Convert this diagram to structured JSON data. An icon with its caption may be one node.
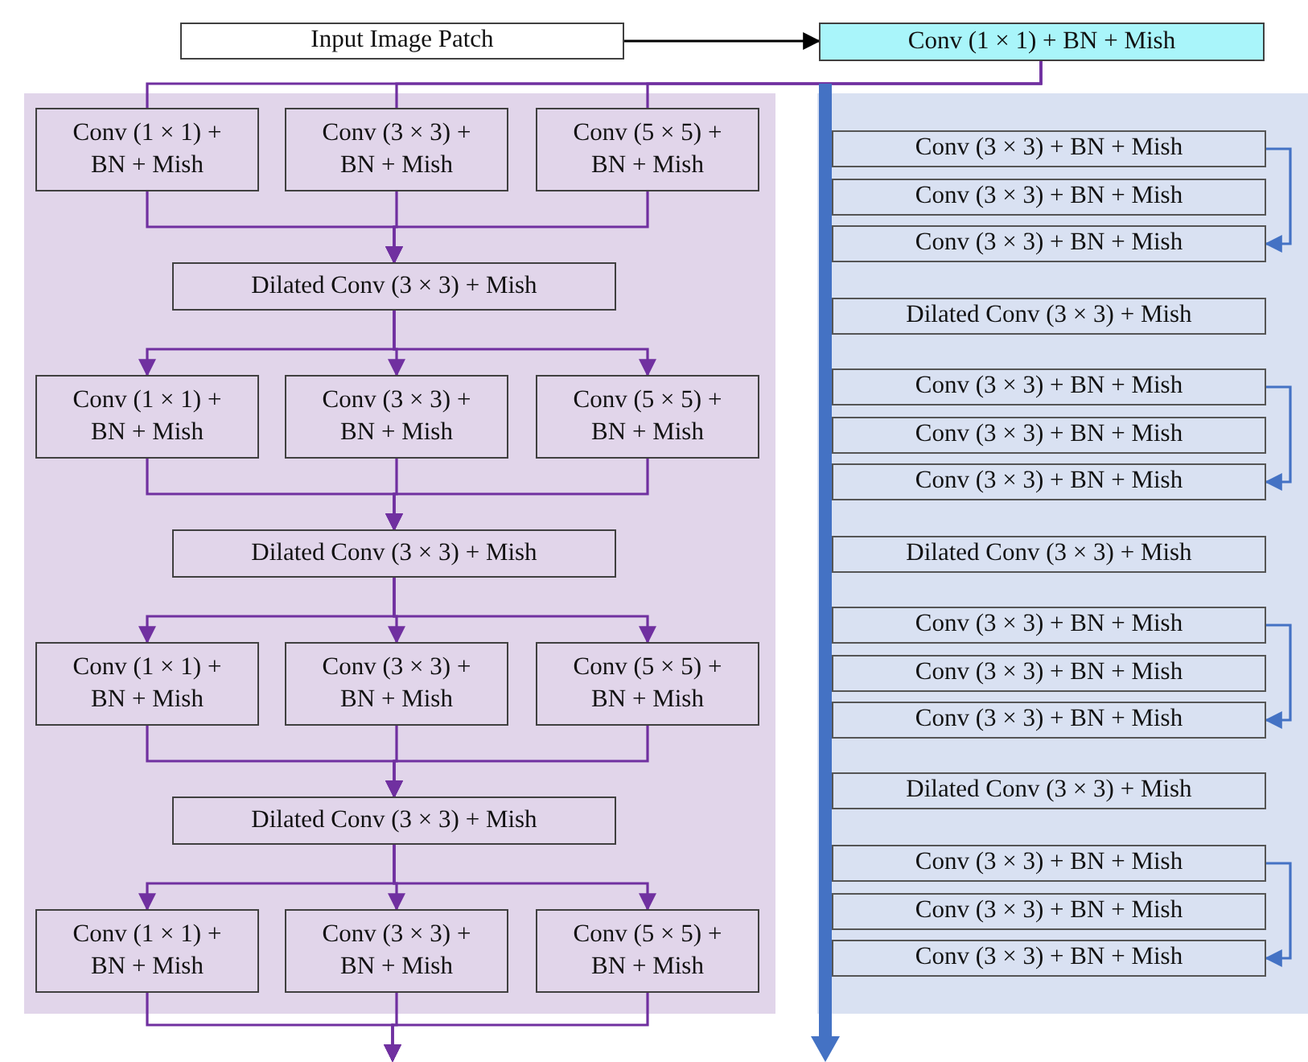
{
  "diagram": {
    "nodes": [
      {
        "text": [
          "Input Image Patch"
        ]
      },
      {
        "text": [
          "Conv (1 × 1) + BN + Mish"
        ]
      },
      {
        "text": [],
        "shape": "box"
      },
      {
        "text": [
          "Conv (1 × 1) + BN + Mish"
        ],
        "in": 2
      },
      {
        "text": [
          "Conv (3 × 3) + BN + Mish"
        ],
        "in": 2
      },
      {
        "text": [
          "Conv (5 × 5) + BN + Mish"
        ],
        "in": 2
      },
      {
        "text": [
          "Dilated Conv (3 × 3) + Mish"
        ],
        "in": 2
      },
      {
        "text": [
          "Conv (1 × 1) + BN + Mish"
        ],
        "in": 2
      },
      {
        "text": [
          "Conv (3 × 3) + BN + Mish"
        ],
        "in": 2
      },
      {
        "text": [
          "Conv (5 × 5) + BN + Mish"
        ],
        "in": 2
      },
      {
        "text": [
          "Dilated Conv (3 × 3) + Mish"
        ],
        "in": 2
      },
      {
        "text": [
          "Conv (1 × 1) + BN + Mish"
        ],
        "in": 2
      },
      {
        "text": [
          "Conv (3 × 3) + BN + Mish"
        ],
        "in": 2
      },
      {
        "text": [
          "Conv (5 × 5) + BN + Mish"
        ],
        "in": 2
      },
      {
        "text": [
          "Dilated Conv (3 × 3) + Mish"
        ],
        "in": 2
      },
      {
        "text": [
          "Conv (1 × 1) + BN + Mish"
        ],
        "in": 2
      },
      {
        "text": [
          "Conv (3 × 3) + BN + Mish"
        ],
        "in": 2
      },
      {
        "text": [
          "Conv (5 × 5) + BN + Mish"
        ],
        "in": 2
      },
      {
        "text": [],
        "shape": "box"
      },
      {
        "text": [
          "Conv (3 × 3) + BN + Mish"
        ],
        "in": 18
      },
      {
        "text": [
          "Conv (3 × 3) + BN + Mish"
        ],
        "in": 18
      },
      {
        "text": [
          "Conv (3 × 3) + BN + Mish"
        ],
        "in": 18
      },
      {
        "text": [
          "Dilated Conv (3 × 3) + Mish"
        ],
        "in": 18
      },
      {
        "text": [
          "Conv (3 × 3) + BN + Mish"
        ],
        "in": 18
      },
      {
        "text": [
          "Conv (3 × 3) + BN + Mish"
        ],
        "in": 18
      },
      {
        "text": [
          "Conv (3 × 3) + BN + Mish"
        ],
        "in": 18
      },
      {
        "text": [
          "Dilated Conv (3 × 3) + Mish"
        ],
        "in": 18
      },
      {
        "text": [
          "Conv (3 × 3) + BN + Mish"
        ],
        "in": 18
      },
      {
        "text": [
          "Conv (3 × 3) + BN + Mish"
        ],
        "in": 18
      },
      {
        "text": [
          "Conv (3 × 3) + BN + Mish"
        ],
        "in": 18
      },
      {
        "text": [
          "Dilated Conv (3 × 3) + Mish"
        ],
        "in": 18
      },
      {
        "text": [
          "Conv (3 × 3) + BN + Mish"
        ],
        "in": 18
      },
      {
        "text": [
          "Conv (3 × 3) + BN + Mish"
        ],
        "in": 18
      },
      {
        "text": [
          "Conv (3 × 3) + BN + Mish"
        ],
        "in": 18
      }
    ],
    "edges": [
      {
        "from": 0,
        "to": 1,
        "arrow": "to",
        "color": "#000000"
      },
      {
        "from": 1,
        "to": 3,
        "arrow": "none"
      },
      {
        "from": 1,
        "to": 4,
        "arrow": "none"
      },
      {
        "from": 1,
        "to": 5,
        "arrow": "none"
      },
      {
        "from": 3,
        "to": 6,
        "arrow": "to"
      },
      {
        "from": 4,
        "to": 6,
        "arrow": "to"
      },
      {
        "from": 5,
        "to": 6,
        "arrow": "to"
      },
      {
        "from": 6,
        "to": 7,
        "arrow": "to"
      },
      {
        "from": 6,
        "to": 8,
        "arrow": "to"
      },
      {
        "from": 6,
        "to": 9,
        "arrow": "to"
      },
      {
        "from": 7,
        "to": 10,
        "arrow": "to"
      },
      {
        "from": 8,
        "to": 10,
        "arrow": "to"
      },
      {
        "from": 9,
        "to": 10,
        "arrow": "to"
      },
      {
        "from": 10,
        "to": 11,
        "arrow": "to"
      },
      {
        "from": 10,
        "to": 12,
        "arrow": "to"
      },
      {
        "from": 10,
        "to": 13,
        "arrow": "to"
      },
      {
        "from": 11,
        "to": 14,
        "arrow": "to"
      },
      {
        "from": 12,
        "to": 14,
        "arrow": "to"
      },
      {
        "from": 13,
        "to": 14,
        "arrow": "to"
      },
      {
        "from": 14,
        "to": 15,
        "arrow": "to"
      },
      {
        "from": 14,
        "to": 16,
        "arrow": "to"
      },
      {
        "from": 14,
        "to": 17,
        "arrow": "to"
      },
      {
        "from": 15,
        "to": null,
        "arrow": "to"
      },
      {
        "from": 16,
        "to": null,
        "arrow": "to"
      },
      {
        "from": 17,
        "to": null,
        "arrow": "to"
      },
      {
        "from": 1,
        "to": null,
        "arrow": "to",
        "style": "thick",
        "color": "#4472c4"
      },
      {
        "from": 19,
        "to": 21,
        "arrow": "to",
        "color": "#4472c4"
      },
      {
        "from": 23,
        "to": 25,
        "arrow": "to",
        "color": "#4472c4"
      },
      {
        "from": 27,
        "to": 29,
        "arrow": "to",
        "color": "#4472c4"
      },
      {
        "from": 31,
        "to": 33,
        "arrow": "to",
        "color": "#4472c4"
      }
    ]
  }
}
